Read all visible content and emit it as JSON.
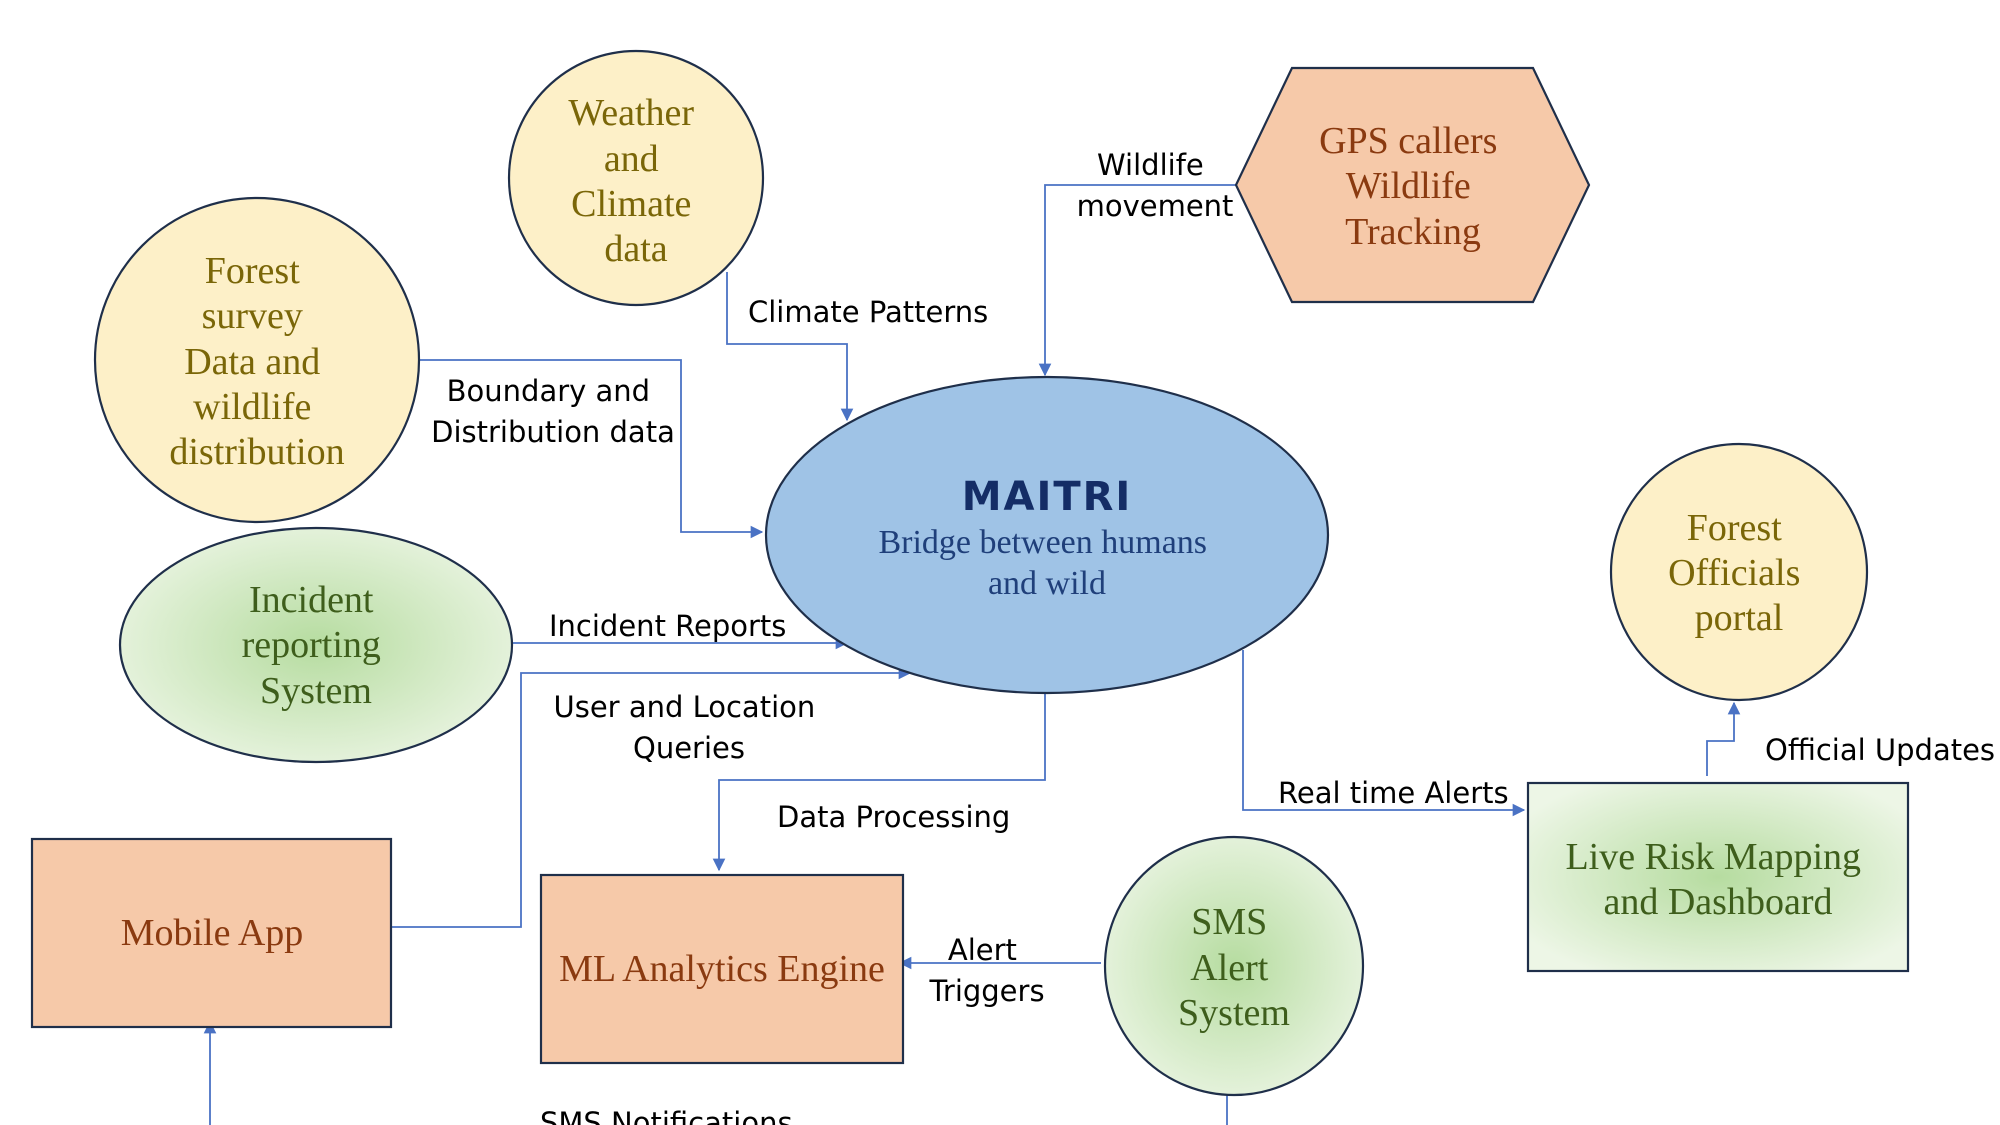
{
  "colors": {
    "connector": "#4a72c4",
    "yellow_fill": "#fdf0c8",
    "yellow_text": "#7a6608",
    "orange_fill": "#f6c9a9",
    "orange_text": "#8a3a10",
    "green_center": "#b6dca0",
    "green_edge": "#edf6e6",
    "green_text": "#3e5e1c",
    "blue_fill": "#9fc3e6",
    "blue_text": "#1f3f7a",
    "maitri_text": "#142d66",
    "outline": "#1f2f4a"
  },
  "nodes": {
    "weather": {
      "lines": [
        "Weather",
        "and",
        "Climate",
        "data"
      ]
    },
    "forest_survey": {
      "lines": [
        "Forest",
        "survey",
        "Data and",
        "wildlife",
        "distribution"
      ]
    },
    "gps": {
      "lines": [
        "GPS callers",
        "Wildlife",
        "Tracking"
      ]
    },
    "maitri": {
      "logo": "MAITRI",
      "lines": [
        "Bridge between humans",
        "and wild"
      ]
    },
    "incident": {
      "lines": [
        "Incident",
        "reporting",
        "System"
      ]
    },
    "officials": {
      "lines": [
        "Forest",
        "Officials",
        "portal"
      ]
    },
    "mobile": {
      "lines": [
        "Mobile App"
      ]
    },
    "ml": {
      "lines": [
        "ML Analytics Engine"
      ]
    },
    "sms": {
      "lines": [
        "SMS",
        "Alert",
        "System"
      ]
    },
    "risk": {
      "lines": [
        "Live Risk Mapping",
        "and Dashboard"
      ]
    }
  },
  "edges": {
    "climate": {
      "lines": [
        "Climate Patterns"
      ]
    },
    "wildlife": {
      "lines": [
        "Wildlife",
        "movement"
      ]
    },
    "boundary": {
      "lines": [
        "Boundary and",
        "Distribution data"
      ]
    },
    "incident": {
      "lines": [
        "Incident Reports"
      ]
    },
    "queries": {
      "lines": [
        "User and Location",
        "Queries"
      ]
    },
    "processing": {
      "lines": [
        "Data Processing"
      ]
    },
    "alerts": {
      "lines": [
        "Real time Alerts"
      ]
    },
    "official": {
      "lines": [
        "Official Updates"
      ]
    },
    "triggers": {
      "lines": [
        "Alert",
        "Triggers"
      ]
    },
    "sms_notif": {
      "lines": [
        "SMS Notifications"
      ]
    }
  }
}
